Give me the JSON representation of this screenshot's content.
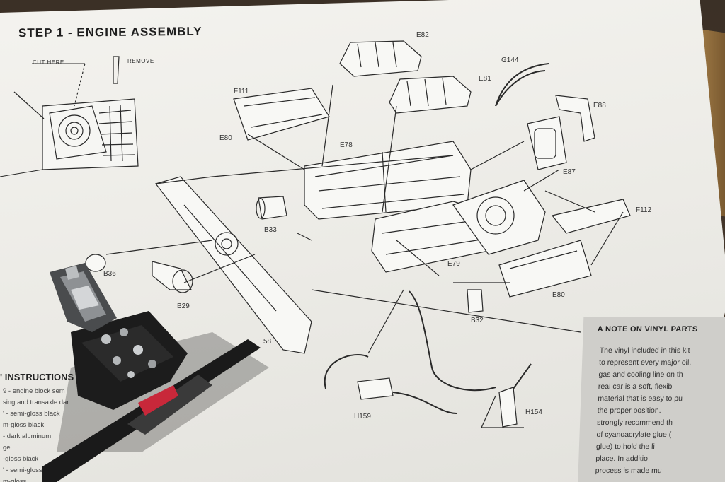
{
  "title": "STEP 1 - ENGINE ASSEMBLY",
  "callouts": {
    "cut_here": "CUT HERE",
    "remove": "REMOVE"
  },
  "part_labels": {
    "E82": "E82",
    "E81": "E81",
    "G144": "G144",
    "F111": "F111",
    "E88": "E88",
    "E80_top": "E80",
    "E78": "E78",
    "E87": "E87",
    "B33": "B33",
    "F112": "F112",
    "B36": "B36",
    "B29": "B29",
    "E79": "E79",
    "E80_bottom": "E80",
    "B32": "B32",
    "H159": "H159",
    "H154": "H154",
    "part_58": "58"
  },
  "note": {
    "title": "A NOTE ON VINYL PARTS",
    "lines": [
      "The vinyl included in this kit",
      "to represent every major oil,",
      "gas and cooling line on th",
      "real car is a soft, flexib",
      "material that is easy to pu",
      "the proper position.",
      "strongly recommend th",
      "of cyanoacrylate glue (",
      "glue) to hold the li",
      "place.  In additio",
      "process is made mu"
    ]
  },
  "instructions": {
    "title": "' INSTRUCTIONS",
    "lines": [
      "9 - engine block sem",
      "sing and transaxle dar",
      "' - semi-gloss black",
      "m-gloss black",
      "  - dark aluminum",
      "ge",
      "-gloss black",
      "' - semi-gloss",
      "m-gloss"
    ]
  },
  "colors": {
    "paper": "#efeeea",
    "ink": "#2a2a2a",
    "note_box": "#cfceca",
    "engine_black": "#1c1c1c",
    "engine_red": "#c8283a",
    "background": "#4a3a2c"
  }
}
